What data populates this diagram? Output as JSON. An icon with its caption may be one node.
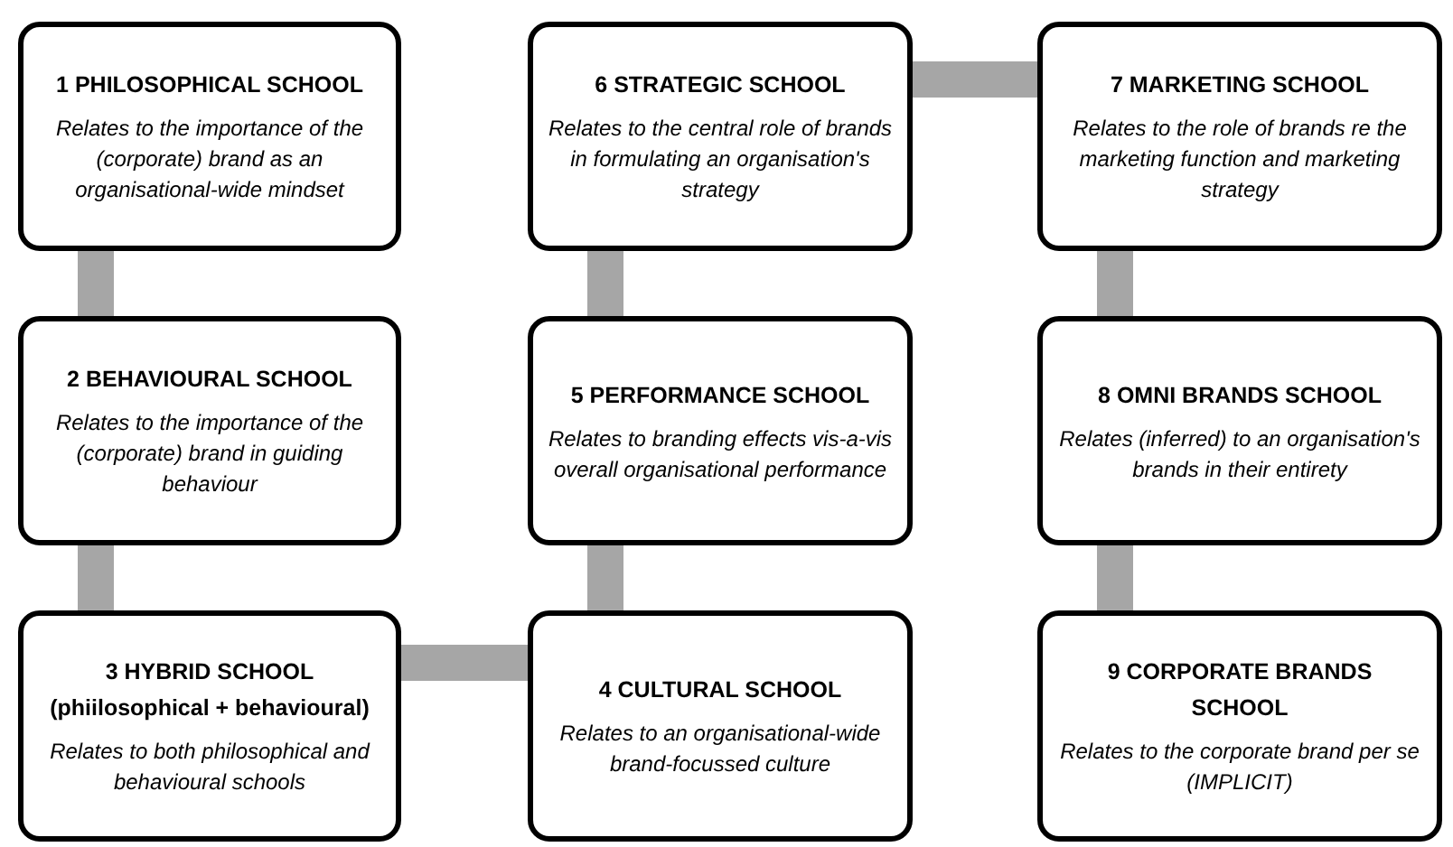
{
  "diagram": {
    "nodes": [
      {
        "text": [
          "1 PHILOSOPHICAL SCHOOL",
          "Relates to the importance of the (corporate) brand as an organisational-wide mindset"
        ]
      },
      {
        "text": [
          "2 BEHAVIOURAL SCHOOL",
          "Relates to the importance of the (corporate) brand in guiding behaviour"
        ]
      },
      {
        "text": [
          "3 HYBRID SCHOOL (phiilosophical + behavioural)",
          "Relates to both philosophical and behavioural schools"
        ]
      },
      {
        "text": [
          "4 CULTURAL SCHOOL",
          "Relates to an organisational-wide brand-focussed culture"
        ]
      },
      {
        "text": [
          "5 PERFORMANCE SCHOOL",
          "Relates to branding effects vis-a-vis overall organisational performance"
        ]
      },
      {
        "text": [
          "6 STRATEGIC SCHOOL",
          "Relates to the central role of brands in formulating an organisation's strategy"
        ]
      },
      {
        "text": [
          "7 MARKETING SCHOOL",
          "Relates to the role of brands re the marketing function and  marketing strategy"
        ]
      },
      {
        "text": [
          "8 OMNI BRANDS SCHOOL",
          "Relates (inferred) to an organisation's brands in their entirety"
        ]
      },
      {
        "text": [
          "9 CORPORATE BRANDS SCHOOL",
          "Relates to the corporate brand per se (IMPLICIT)"
        ]
      }
    ],
    "edges": [
      {
        "from": 0,
        "to": 1,
        "arrow": "none"
      },
      {
        "from": 1,
        "to": 2,
        "arrow": "none"
      },
      {
        "from": 2,
        "to": 3,
        "arrow": "none"
      },
      {
        "from": 3,
        "to": 4,
        "arrow": "none"
      },
      {
        "from": 4,
        "to": 5,
        "arrow": "none"
      },
      {
        "from": 5,
        "to": 6,
        "arrow": "none"
      },
      {
        "from": 6,
        "to": 7,
        "arrow": "none"
      },
      {
        "from": 7,
        "to": 8,
        "arrow": "none"
      }
    ]
  }
}
